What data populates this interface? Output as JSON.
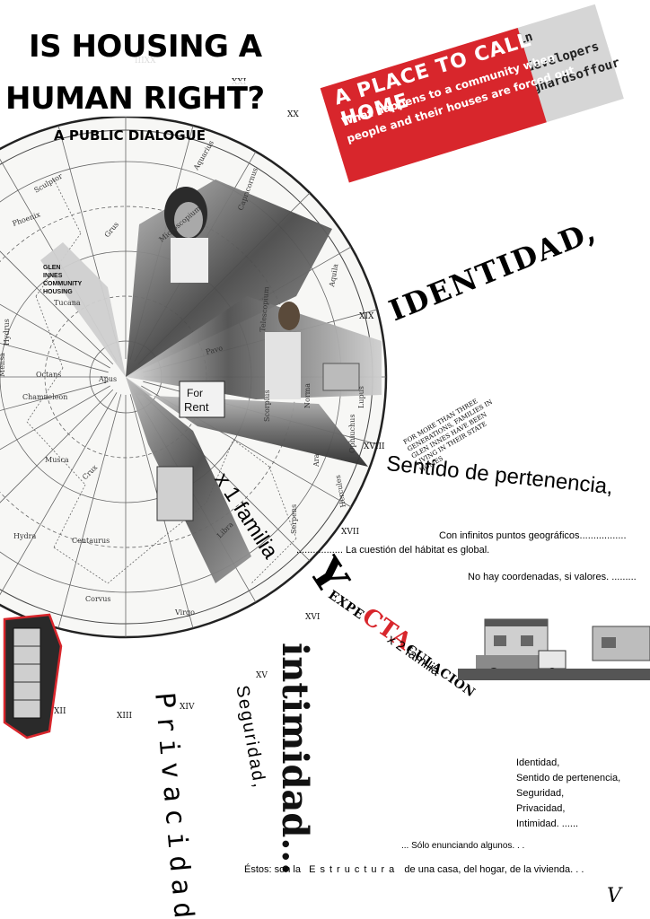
{
  "title": {
    "line1": "IS HOUSING A",
    "line2": "HUMAN RIGHT?",
    "subtitle": "A PUBLIC DIALOGUE"
  },
  "clipping": {
    "headline": "A PLACE TO CALL HOME",
    "line1": "What happens to a community when",
    "line2": "people and their houses are forced out",
    "side1": "in",
    "side2": "developers",
    "side3": "ghardsoffour"
  },
  "chart": {
    "constellations": [
      "Aquarius",
      "Capricornus",
      "Sculptor",
      "Phoenix",
      "Grus",
      "Microscopium",
      "Tucana",
      "Aquila",
      "Telescopium",
      "Pavo",
      "Hydrus",
      "Apus",
      "Octans",
      "Norma",
      "Lupus",
      "Scorpius",
      "Ophiuchus",
      "Hercules",
      "Ara",
      "Chamaeleon",
      "Musca",
      "Crux",
      "Centaurus",
      "Corvus",
      "Virgo",
      "Libra",
      "Serpens",
      "Hydra",
      "Mensa"
    ],
    "hours": [
      "XXI",
      "XX",
      "XIX",
      "XVIII",
      "XVII",
      "XVI",
      "XV",
      "XIV",
      "XIII",
      "XII",
      "IIIXX"
    ],
    "photo_sign": [
      "For",
      "Rent"
    ],
    "photo_banner": [
      "GLEN",
      "INNES",
      "COMMUNITY",
      "HOUSING"
    ]
  },
  "words": {
    "identidad": "IDENTIDAD,",
    "sentido": "Sentido de pertenencia,",
    "x1familia": "x 1 familia",
    "y_big": "Y",
    "note": "For more than three generations, families in Glen Innes have been living in their state homes",
    "con_infinitos": "Con infinitos puntos geográficos.................",
    "cuestion": "................. La cuestión del hábitat es global.",
    "no_hay": "No hay coordenadas, si valores. .........",
    "expect_a": "EXPE",
    "expect_red": "CTA",
    "expect_b": "CULACION",
    "x2familia": "x 2 familia",
    "y_small": "Y",
    "intimidad": "intimidad...",
    "seguridad": "Seguridad,",
    "privacidad": "Privacidad,",
    "solo": "... Sólo enunciando algunos. . .",
    "estos_a": "Éstos: son la",
    "estos_b": "Estructura",
    "estos_c": "de una casa, del hogar, de la vivienda. . .",
    "signature": "V"
  },
  "list": [
    "Identidad,",
    "Sentido de pertenencia,",
    "Seguridad,",
    "Privacidad,",
    "Intimidad. ......"
  ],
  "colors": {
    "accent_red": "#d8262c",
    "ink": "#000000",
    "paper": "#ffffff"
  }
}
